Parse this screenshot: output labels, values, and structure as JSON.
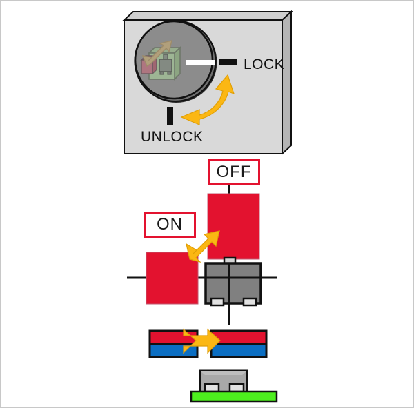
{
  "diagram": {
    "title": "Lock / Unlock switch and ON / OFF component orientation diagram",
    "panel": {
      "name": "lock-unlock-panel",
      "dial": {
        "name": "rotary-dial",
        "inner_icon": "pcb-with-component-icon",
        "rotation_arrow": "double-headed-curved-arrow"
      },
      "positions": [
        {
          "id": "lock",
          "label": "LOCK",
          "tick": "horizontal-tick"
        },
        {
          "id": "unlock",
          "label": "UNLOCK",
          "tick": "vertical-tick"
        }
      ]
    },
    "states": [
      {
        "id": "off",
        "label": "OFF"
      },
      {
        "id": "on",
        "label": "ON"
      }
    ],
    "component": {
      "name": "surface-mount-component",
      "top_view_fill": "#808080",
      "side_view_fill": "#a8a8a8",
      "board_fill": "#4dee1e"
    },
    "magnets": [
      {
        "id": "magnet-left",
        "north_color": "#e3122f",
        "south_color": "#0b6ec2"
      },
      {
        "id": "magnet-right",
        "north_color": "#e3122f",
        "south_color": "#0b6ec2"
      }
    ],
    "markers": [
      {
        "id": "red-square-off",
        "color": "#e3122f"
      },
      {
        "id": "red-square-on",
        "color": "#e3122f"
      }
    ],
    "colors": {
      "arrow_yellow": "#fbb713",
      "red": "#e3122f",
      "blue": "#0b6ec2",
      "green_board": "#4dee1e",
      "panel_face": "#d9d9d9",
      "panel_edge": "#b0b0b0",
      "dial_face": "#8c8c8c",
      "gray_part": "#808080",
      "pcb_green": "#a8cf9a",
      "pcb_red": "#c4697a",
      "tan_arrow": "#c9ab72",
      "outline": "#111111"
    }
  }
}
